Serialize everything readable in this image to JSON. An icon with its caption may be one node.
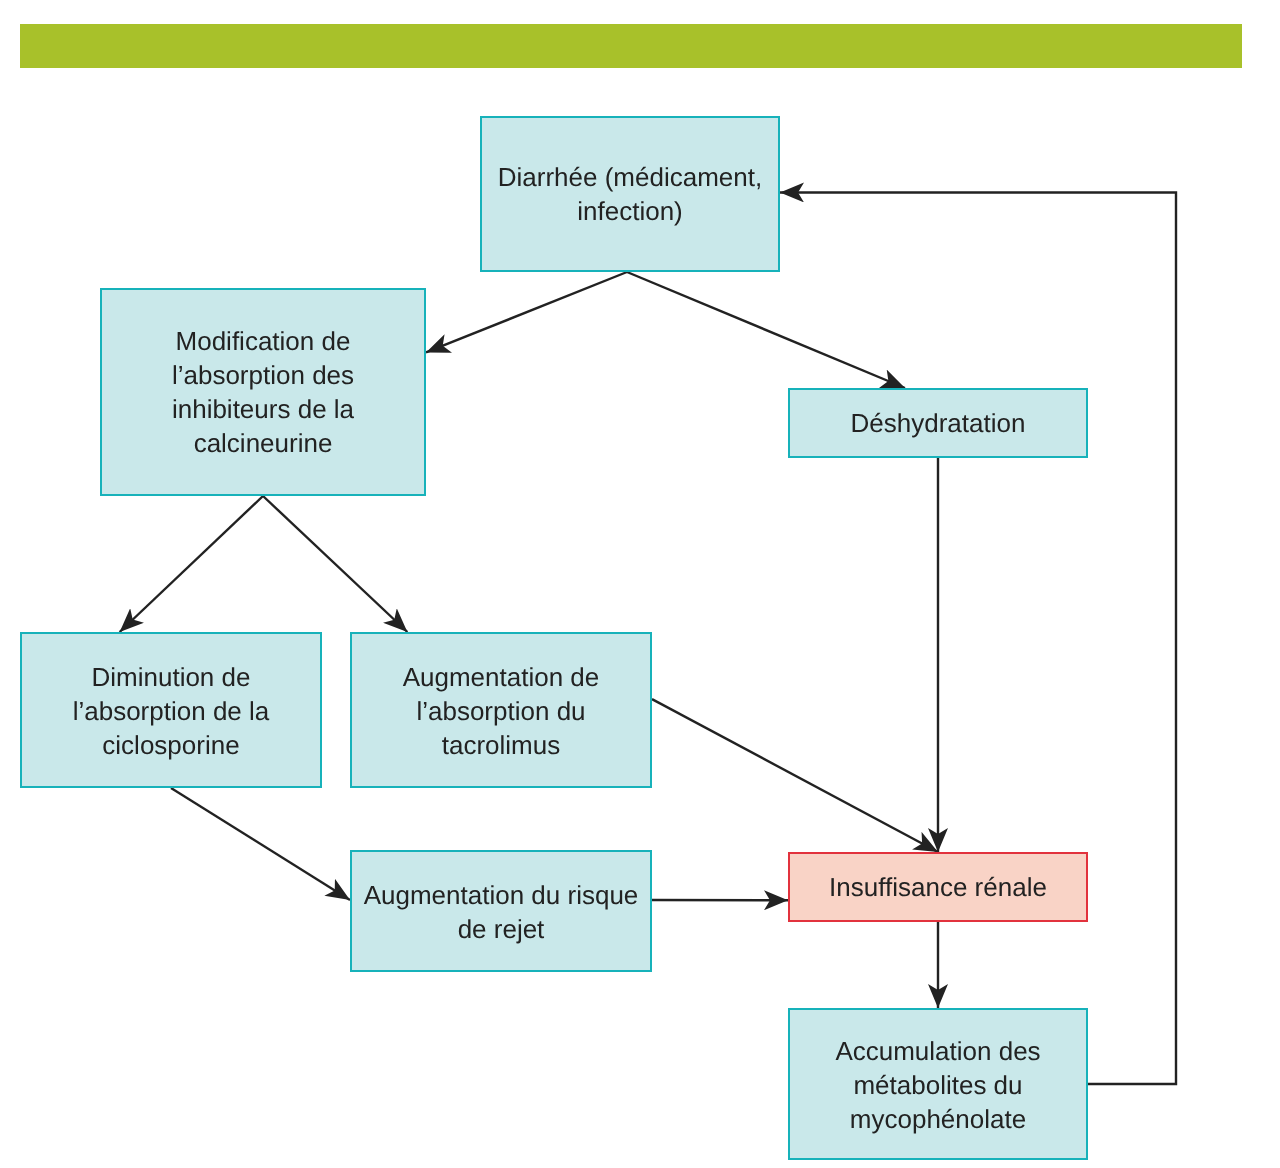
{
  "diagram": {
    "nodes": [
      {
        "text": [
          "Diarrhée (médicament, infection)"
        ]
      },
      {
        "text": [
          "Modification de l’absorption des inhibiteurs de la calcineurine"
        ]
      },
      {
        "text": [
          "Déshydratation"
        ]
      },
      {
        "text": [
          "Diminution de l’absorption de la ciclosporine"
        ]
      },
      {
        "text": [
          "Augmentation de l’absorption du tacrolimus"
        ]
      },
      {
        "text": [
          "Augmentation du risque de rejet"
        ]
      },
      {
        "text": [
          "Insuffisance rénale"
        ]
      },
      {
        "text": [
          "Accumulation des métabolites du mycophénolate"
        ]
      }
    ],
    "edges": [
      {
        "from": 0,
        "to": 1,
        "arrow": "to"
      },
      {
        "from": 0,
        "to": 2,
        "arrow": "to"
      },
      {
        "from": 1,
        "to": 3,
        "arrow": "to"
      },
      {
        "from": 1,
        "to": 4,
        "arrow": "to"
      },
      {
        "from": 2,
        "to": 6,
        "arrow": "to"
      },
      {
        "from": 3,
        "to": 5,
        "arrow": "to"
      },
      {
        "from": 4,
        "to": 6,
        "arrow": "to"
      },
      {
        "from": 5,
        "to": 6,
        "arrow": "to"
      },
      {
        "from": 6,
        "to": 7,
        "arrow": "to"
      },
      {
        "from": 7,
        "to": 0,
        "arrow": "to"
      }
    ]
  }
}
